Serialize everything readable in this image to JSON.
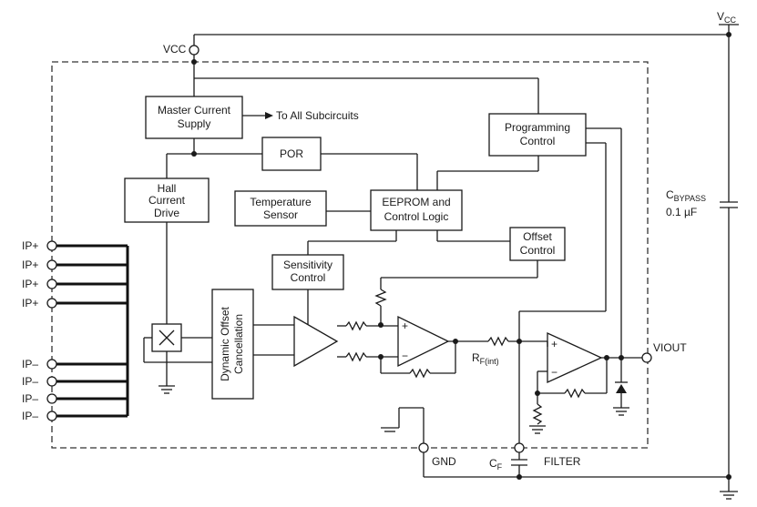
{
  "pins": {
    "vcc_top": "V",
    "vcc_top_sub": "CC",
    "vcc": "VCC",
    "viout": "VIOUT",
    "gnd": "GND",
    "filter": "FILTER",
    "ip_plus": [
      "IP+",
      "IP+",
      "IP+",
      "IP+"
    ],
    "ip_minus": [
      "IP–",
      "IP–",
      "IP–",
      "IP–"
    ]
  },
  "blocks": {
    "master_line1": "Master Current",
    "master_line2": "Supply",
    "to_all": "To All Subcircuits",
    "por": "POR",
    "prog_line1": "Programming",
    "prog_line2": "Control",
    "hall_line1": "Hall",
    "hall_line2": "Current",
    "hall_line3": "Drive",
    "temp_line1": "Temperature",
    "temp_line2": "Sensor",
    "eeprom_line1": "EEPROM and",
    "eeprom_line2": "Control Logic",
    "offset_line1": "Offset",
    "offset_line2": "Control",
    "sens_line1": "Sensitivity",
    "sens_line2": "Control",
    "dyn_line1": "Dynamic Offset",
    "dyn_line2": "Cancellation"
  },
  "components": {
    "rf_main": "R",
    "rf_sub": "F(int)",
    "cf_main": "C",
    "cf_sub": "F",
    "cbypass_main": "C",
    "cbypass_sub": "BYPASS",
    "cbypass_value": "0.1 µF"
  }
}
